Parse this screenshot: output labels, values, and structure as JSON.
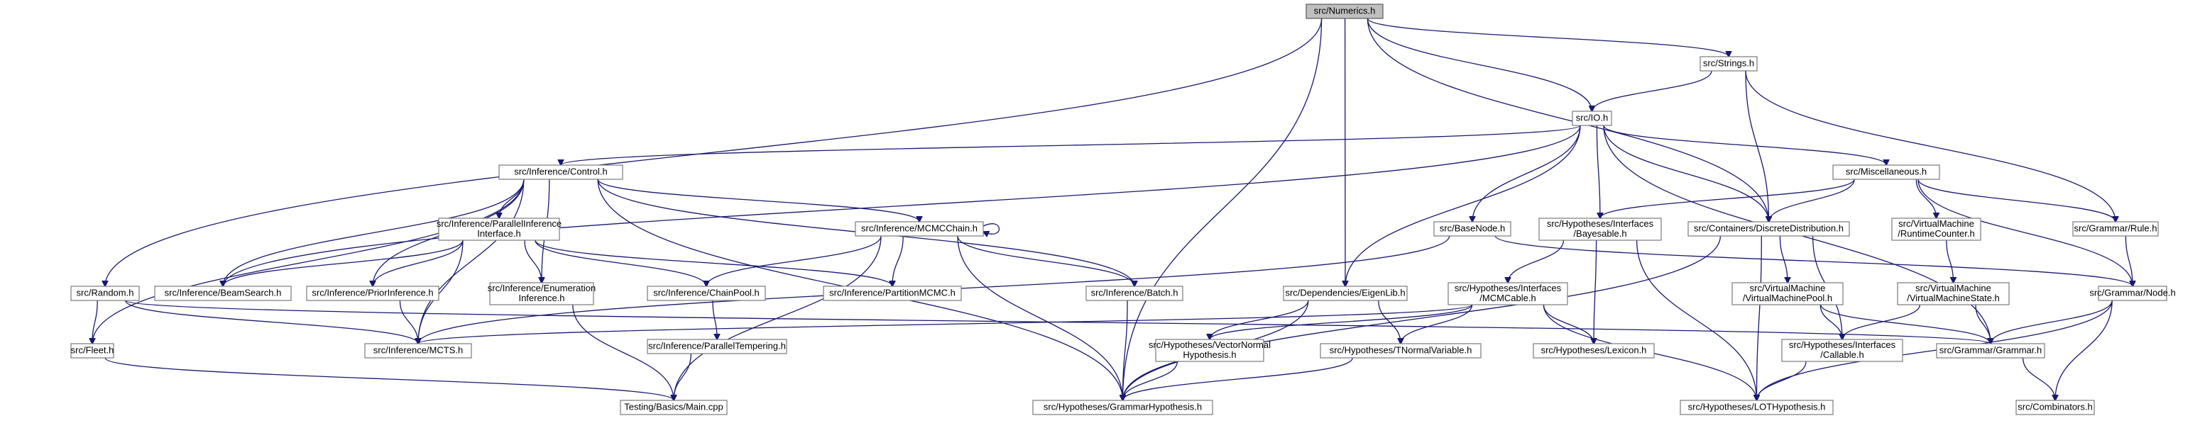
{
  "graph": {
    "edge_color": "#191970",
    "root_fill": "#bfbfbf",
    "nodes": [
      {
        "id": "numerics",
        "lines": [
          "src/Numerics.h"
        ],
        "root": true
      },
      {
        "id": "strings",
        "lines": [
          "src/Strings.h"
        ]
      },
      {
        "id": "io",
        "lines": [
          "src/IO.h"
        ]
      },
      {
        "id": "control",
        "lines": [
          "src/Inference/Control.h"
        ]
      },
      {
        "id": "misc",
        "lines": [
          "src/Miscellaneous.h"
        ]
      },
      {
        "id": "pii",
        "lines": [
          "src/Inference/ParallelInference",
          "Interface.h"
        ]
      },
      {
        "id": "mcmcchain",
        "lines": [
          "src/Inference/MCMCChain.h"
        ]
      },
      {
        "id": "basenode",
        "lines": [
          "src/BaseNode.h"
        ]
      },
      {
        "id": "bayesable",
        "lines": [
          "src/Hypotheses/Interfaces",
          "/Bayesable.h"
        ]
      },
      {
        "id": "discdist",
        "lines": [
          "src/Containers/DiscreteDistribution.h"
        ]
      },
      {
        "id": "runtime",
        "lines": [
          "src/VirtualMachine",
          "/RuntimeCounter.h"
        ]
      },
      {
        "id": "rule",
        "lines": [
          "src/Grammar/Rule.h"
        ]
      },
      {
        "id": "random",
        "lines": [
          "src/Random.h"
        ]
      },
      {
        "id": "beam",
        "lines": [
          "src/Inference/BeamSearch.h"
        ]
      },
      {
        "id": "prior",
        "lines": [
          "src/Inference/PriorInference.h"
        ]
      },
      {
        "id": "enumeration",
        "lines": [
          "src/Inference/Enumeration",
          "Inference.h"
        ]
      },
      {
        "id": "chainpool",
        "lines": [
          "src/Inference/ChainPool.h"
        ]
      },
      {
        "id": "pmcmc",
        "lines": [
          "src/Inference/PartitionMCMC.h"
        ]
      },
      {
        "id": "batch",
        "lines": [
          "src/Inference/Batch.h"
        ]
      },
      {
        "id": "eigenlib",
        "lines": [
          "src/Dependencies/EigenLib.h"
        ]
      },
      {
        "id": "mcmcable",
        "lines": [
          "src/Hypotheses/Interfaces",
          "/MCMCable.h"
        ]
      },
      {
        "id": "vmpool",
        "lines": [
          "src/VirtualMachine",
          "/VirtualMachinePool.h"
        ]
      },
      {
        "id": "vmstate",
        "lines": [
          "src/VirtualMachine",
          "/VirtualMachineState.h"
        ]
      },
      {
        "id": "gnode",
        "lines": [
          "src/Grammar/Node.h"
        ]
      },
      {
        "id": "fleet",
        "lines": [
          "src/Fleet.h"
        ]
      },
      {
        "id": "mcts",
        "lines": [
          "src/Inference/MCTS.h"
        ]
      },
      {
        "id": "ptemper",
        "lines": [
          "src/Inference/ParallelTempering.h"
        ]
      },
      {
        "id": "vecnormal",
        "lines": [
          "src/Hypotheses/VectorNormal",
          "Hypothesis.h"
        ]
      },
      {
        "id": "tnormal",
        "lines": [
          "src/Hypotheses/TNormalVariable.h"
        ]
      },
      {
        "id": "lexicon",
        "lines": [
          "src/Hypotheses/Lexicon.h"
        ]
      },
      {
        "id": "callable",
        "lines": [
          "src/Hypotheses/Interfaces",
          "/Callable.h"
        ]
      },
      {
        "id": "grammar",
        "lines": [
          "src/Grammar/Grammar.h"
        ]
      },
      {
        "id": "main",
        "lines": [
          "Testing/Basics/Main.cpp"
        ]
      },
      {
        "id": "grammarhyp",
        "lines": [
          "src/Hypotheses/GrammarHypothesis.h"
        ]
      },
      {
        "id": "lothyp",
        "lines": [
          "src/Hypotheses/LOTHypothesis.h"
        ]
      },
      {
        "id": "combinators",
        "lines": [
          "src/Combinators.h"
        ]
      }
    ],
    "edges": [
      [
        "numerics",
        "strings"
      ],
      [
        "numerics",
        "io"
      ],
      [
        "numerics",
        "random"
      ],
      [
        "numerics",
        "eigenlib"
      ],
      [
        "numerics",
        "discdist"
      ],
      [
        "numerics",
        "grammarhyp"
      ],
      [
        "strings",
        "io"
      ],
      [
        "strings",
        "discdist"
      ],
      [
        "strings",
        "rule"
      ],
      [
        "io",
        "control"
      ],
      [
        "io",
        "misc"
      ],
      [
        "io",
        "beam"
      ],
      [
        "io",
        "basenode"
      ],
      [
        "io",
        "bayesable"
      ],
      [
        "io",
        "discdist"
      ],
      [
        "io",
        "eigenlib"
      ],
      [
        "io",
        "grammar"
      ],
      [
        "control",
        "pii"
      ],
      [
        "control",
        "mcmcchain"
      ],
      [
        "control",
        "beam"
      ],
      [
        "control",
        "prior"
      ],
      [
        "control",
        "enumeration"
      ],
      [
        "control",
        "batch"
      ],
      [
        "control",
        "fleet"
      ],
      [
        "control",
        "mcts"
      ],
      [
        "control",
        "grammarhyp"
      ],
      [
        "misc",
        "bayesable"
      ],
      [
        "misc",
        "discdist"
      ],
      [
        "misc",
        "runtime"
      ],
      [
        "misc",
        "rule"
      ],
      [
        "misc",
        "gnode"
      ],
      [
        "pii",
        "beam"
      ],
      [
        "pii",
        "prior"
      ],
      [
        "pii",
        "enumeration"
      ],
      [
        "pii",
        "chainpool"
      ],
      [
        "pii",
        "pmcmc"
      ],
      [
        "pii",
        "mcts"
      ],
      [
        "mcmcchain",
        "mcmcchain"
      ],
      [
        "mcmcchain",
        "chainpool"
      ],
      [
        "mcmcchain",
        "pmcmc"
      ],
      [
        "mcmcchain",
        "batch"
      ],
      [
        "mcmcchain",
        "main"
      ],
      [
        "mcmcchain",
        "grammarhyp"
      ],
      [
        "basenode",
        "mcts"
      ],
      [
        "basenode",
        "gnode"
      ],
      [
        "bayesable",
        "mcmcable"
      ],
      [
        "bayesable",
        "lexicon"
      ],
      [
        "bayesable",
        "lothyp"
      ],
      [
        "discdist",
        "vmpool"
      ],
      [
        "discdist",
        "callable"
      ],
      [
        "discdist",
        "lothyp"
      ],
      [
        "discdist",
        "grammarhyp"
      ],
      [
        "runtime",
        "vmstate"
      ],
      [
        "rule",
        "gnode"
      ],
      [
        "random",
        "fleet"
      ],
      [
        "random",
        "mcts"
      ],
      [
        "random",
        "grammar"
      ],
      [
        "prior",
        "mcts"
      ],
      [
        "enumeration",
        "main"
      ],
      [
        "chainpool",
        "ptemper"
      ],
      [
        "batch",
        "grammarhyp"
      ],
      [
        "eigenlib",
        "vecnormal"
      ],
      [
        "eigenlib",
        "tnormal"
      ],
      [
        "eigenlib",
        "grammarhyp"
      ],
      [
        "mcmcable",
        "vecnormal"
      ],
      [
        "mcmcable",
        "tnormal"
      ],
      [
        "mcmcable",
        "lexicon"
      ],
      [
        "mcmcable",
        "lothyp"
      ],
      [
        "mcmcable",
        "mcts"
      ],
      [
        "vmpool",
        "callable"
      ],
      [
        "vmpool",
        "grammar"
      ],
      [
        "vmstate",
        "callable"
      ],
      [
        "vmstate",
        "grammar"
      ],
      [
        "gnode",
        "grammar"
      ],
      [
        "gnode",
        "lothyp"
      ],
      [
        "gnode",
        "combinators"
      ],
      [
        "fleet",
        "main"
      ],
      [
        "ptemper",
        "main"
      ],
      [
        "vecnormal",
        "grammarhyp"
      ],
      [
        "tnormal",
        "grammarhyp"
      ],
      [
        "callable",
        "lothyp"
      ],
      [
        "grammar",
        "combinators"
      ]
    ]
  }
}
